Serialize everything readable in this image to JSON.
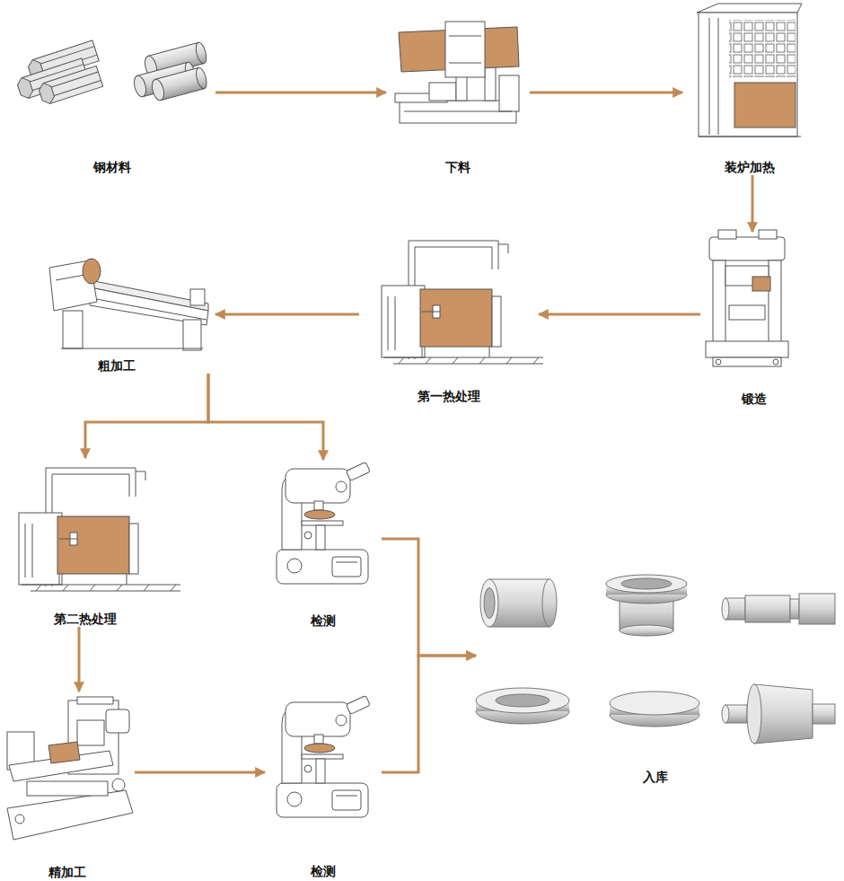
{
  "diagram": {
    "nodes": [
      {
        "text": [
          "钢材料"
        ]
      },
      {
        "text": [
          "下料"
        ]
      },
      {
        "text": [
          "装炉加热"
        ]
      },
      {
        "text": [
          "锻造"
        ]
      },
      {
        "text": [
          "第一热处理"
        ]
      },
      {
        "text": [
          "粗加工"
        ]
      },
      {
        "text": [
          "第二热处理"
        ]
      },
      {
        "text": [
          "检测"
        ]
      },
      {
        "text": [
          "精加工"
        ]
      },
      {
        "text": [
          "检测"
        ]
      },
      {
        "text": [
          "入库"
        ]
      }
    ],
    "edges": [
      {
        "from": 0,
        "to": 1,
        "arrow": "to"
      },
      {
        "from": 1,
        "to": 2,
        "arrow": "to"
      },
      {
        "from": 2,
        "to": 3,
        "arrow": "to"
      },
      {
        "from": 3,
        "to": 4,
        "arrow": "to"
      },
      {
        "from": 4,
        "to": 5,
        "arrow": "to"
      },
      {
        "from": 5,
        "to": 6,
        "arrow": "to"
      },
      {
        "from": 5,
        "to": 7,
        "arrow": "to"
      },
      {
        "from": 6,
        "to": 8,
        "arrow": "to"
      },
      {
        "from": 8,
        "to": 9,
        "arrow": "to"
      },
      {
        "from": 7,
        "to": 10,
        "arrow": "to"
      },
      {
        "from": 9,
        "to": 10,
        "arrow": "to"
      }
    ]
  }
}
